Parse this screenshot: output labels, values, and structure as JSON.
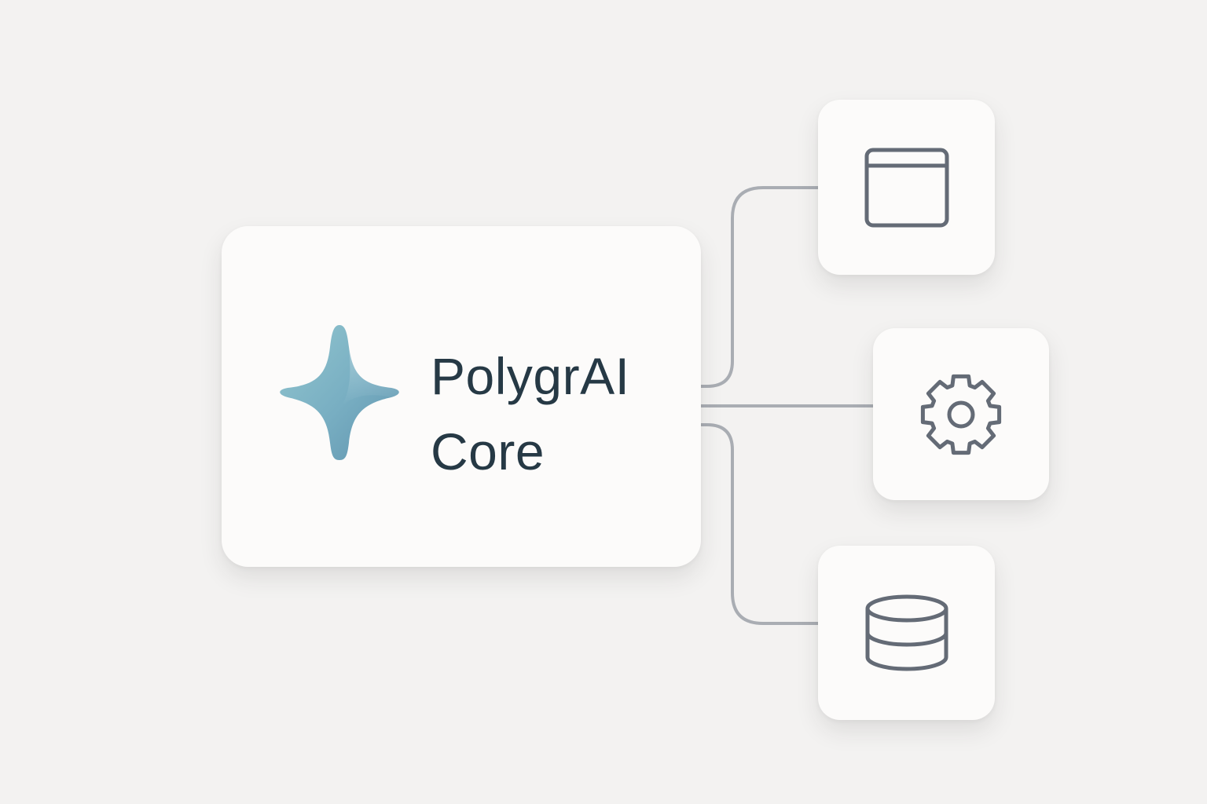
{
  "core": {
    "title_line1": "PolygrAI",
    "title_line2": "Core",
    "logo_icon": "four-point-star-icon",
    "logo_colors": {
      "light": "#92c6cf",
      "dark": "#5f93ad"
    }
  },
  "nodes": [
    {
      "id": "window",
      "icon": "browser-window-icon"
    },
    {
      "id": "settings",
      "icon": "gear-icon"
    },
    {
      "id": "database",
      "icon": "database-icon"
    }
  ],
  "colors": {
    "background": "#f3f2f1",
    "card": "#fcfbfa",
    "text": "#263945",
    "icon_stroke": "#646b76",
    "connector": "#a9adb3"
  }
}
